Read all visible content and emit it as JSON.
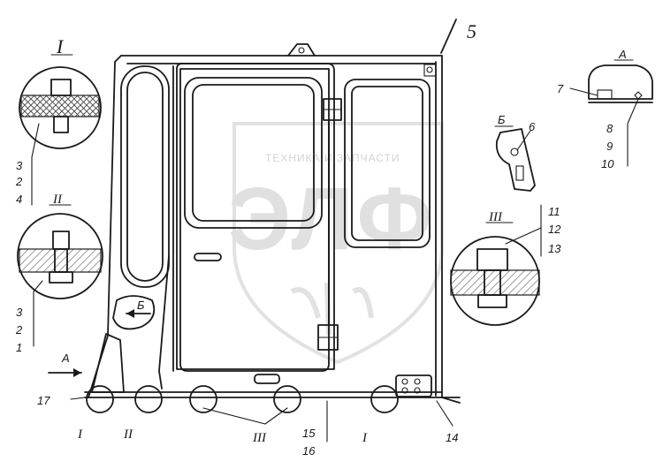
{
  "watermark": {
    "brand_line": "ТЕХНИКА И ЗАПЧАСТИ",
    "logo": "ЭЛФ"
  },
  "views": {
    "view_I_top": "I",
    "view_A": "А",
    "view_B": "Б",
    "section_II": "II",
    "section_III": "III",
    "arrow_A": "А",
    "arrow_B": "Б"
  },
  "callouts": {
    "c1": "1",
    "c2a": "2",
    "c2b": "2",
    "c3a": "3",
    "c3b": "3",
    "c4": "4",
    "c5": "5",
    "c6": "6",
    "c7": "7",
    "c8": "8",
    "c9": "9",
    "c10": "10",
    "c11": "11",
    "c12": "12",
    "c13": "13",
    "c14": "14",
    "c15": "15",
    "c16": "16",
    "c17": "17"
  },
  "bottom_markers": {
    "m1": "I",
    "m2": "II",
    "m3": "III",
    "m4": "I"
  },
  "colors": {
    "ink": "#1a1a1a",
    "watermark": "#d8d8d8",
    "hatch": "#555555"
  }
}
